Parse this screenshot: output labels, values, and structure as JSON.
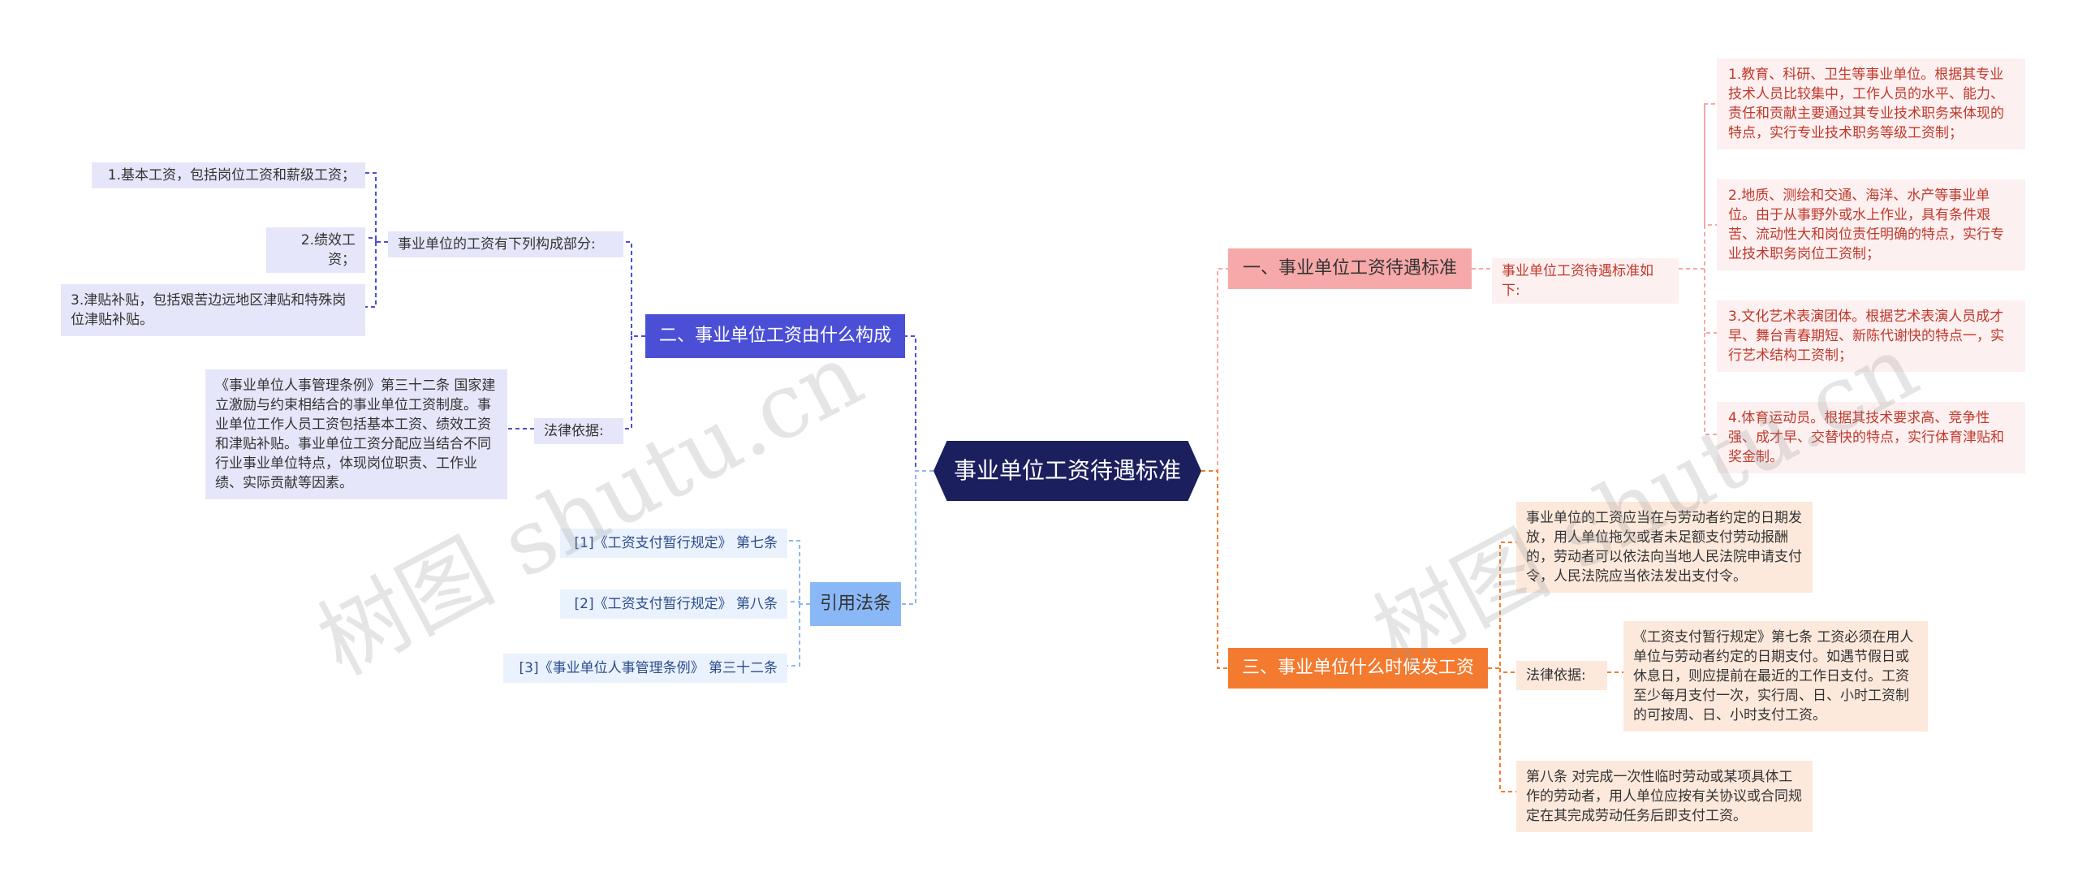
{
  "center": "事业单位工资待遇标准",
  "branches": {
    "b1": "一、事业单位工资待遇标准",
    "b2": "二、事业单位工资由什么构成",
    "b3": "三、事业单位什么时候发工资",
    "b4": "引用法条"
  },
  "b1": {
    "label": "事业单位工资待遇标准如下:",
    "items": [
      "1.教育、科研、卫生等事业单位。根据其专业技术人员比较集中，工作人员的水平、能力、责任和贡献主要通过其专业技术职务来体现的特点，实行专业技术职务等级工资制；",
      "2.地质、测绘和交通、海洋、水产等事业单位。由于从事野外或水上作业，具有条件艰苦、流动性大和岗位责任明确的特点，实行专业技术职务岗位工资制；",
      "3.文化艺术表演团体。根据艺术表演人员成才早、舞台青春期短、新陈代谢快的特点一，实行艺术结构工资制；",
      "4.体育运动员。根据其技术要求高、竞争性强、成才早、交替快的特点，实行体育津贴和奖金制。"
    ]
  },
  "b2": {
    "composition_label": "事业单位的工资有下列构成部分:",
    "composition_items": [
      "1.基本工资，包括岗位工资和薪级工资；",
      "2.绩效工资；",
      "3.津贴补贴，包括艰苦边远地区津贴和特殊岗位津贴补贴。"
    ],
    "legal_label": "法律依据:",
    "legal_text": "《事业单位人事管理条例》第三十二条 国家建立激励与约束相结合的事业单位工资制度。事业单位工作人员工资包括基本工资、绩效工资和津贴补贴。事业单位工资分配应当结合不同行业事业单位特点，体现岗位职责、工作业绩、实际贡献等因素。"
  },
  "b3": {
    "item1": "事业单位的工资应当在与劳动者约定的日期发放，用人单位拖欠或者未足额支付劳动报酬的，劳动者可以依法向当地人民法院申请支付令，人民法院应当依法发出支付令。",
    "legal_label": "法律依据:",
    "legal_text": "《工资支付暂行规定》第七条 工资必须在用人单位与劳动者约定的日期支付。如遇节假日或休息日，则应提前在最近的工作日支付。工资至少每月支付一次，实行周、日、小时工资制的可按周、日、小时支付工资。",
    "item3": "第八条 对完成一次性临时劳动或某项具体工作的劳动者，用人单位应按有关协议或合同规定在其完成劳动任务后即支付工资。"
  },
  "b4": {
    "items": [
      "[1]《工资支付暂行规定》 第七条",
      "[2]《工资支付暂行规定》 第八条",
      "[3]《事业单位人事管理条例》 第三十二条"
    ]
  },
  "watermark": [
    "树图 shutu.cn",
    "树图 shutu.cn"
  ],
  "colors": {
    "center": "#1b1f5e",
    "b1": "#f7a8a8",
    "b2": "#4b4fd6",
    "b3": "#f47a2f",
    "b4": "#8ab8f6"
  }
}
